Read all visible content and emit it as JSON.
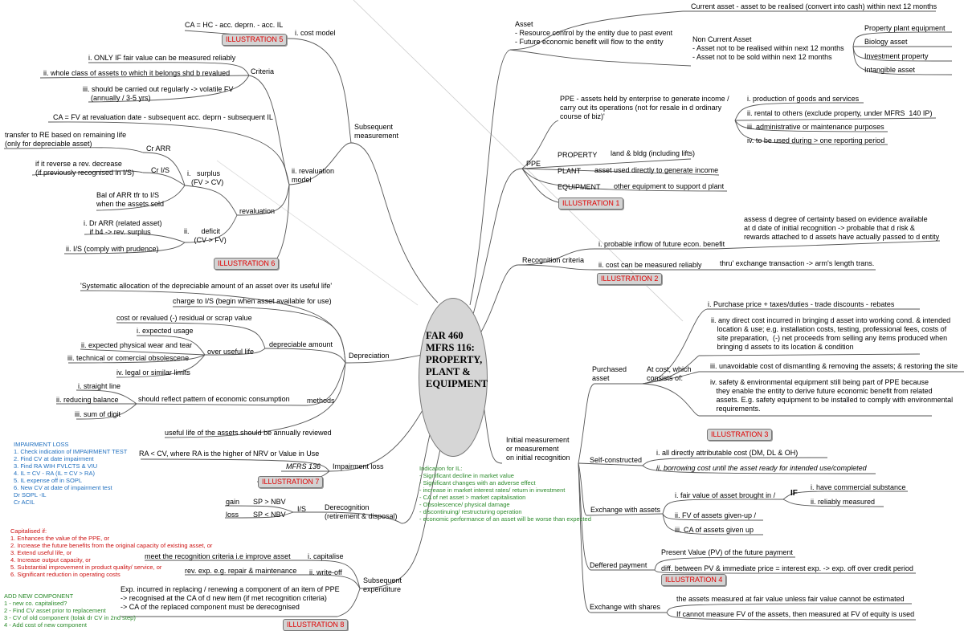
{
  "center": {
    "title": "FAR 460\nMFRS 116:\nPROPERTY,\nPLANT &\nEQUIPMENT"
  },
  "colors": {
    "line": "#555555",
    "illustration_text": "#e00000",
    "illustration_bg": "#d3d3d3",
    "impairment_notes": "#1f6fbf",
    "capitalised_notes": "#cc1111",
    "component_notes": "#2a8a2a"
  },
  "illustrations": {
    "i5": "ILLUSTRATION 5",
    "i6": "ILLUSTRATION 6",
    "i7": "ILLUSTRATION 7",
    "i8": "ILLUSTRATION 8",
    "i1": "ILLUSTRATION 1",
    "i2": "ILLUSTRATION 2",
    "i3": "ILLUSTRATION 3",
    "i4": "ILLUSTRATION 4"
  },
  "subsequent_measurement": {
    "label": "Subsequent\nmeasurement",
    "cost_model": {
      "label": "i. cost model",
      "formula": "CA = HC - acc. deprn. - acc. IL"
    },
    "revaluation_model": {
      "label": "ii. revaluation\nmodel",
      "criteria": {
        "label": "Criteria",
        "items": [
          "i. ONLY IF fair value can be measured reliably",
          "ii. whole class of assets to which it belongs shd b revalued",
          "iii. should be carried out regularly -> volatile FV\n    (annually / 3-5 yrs)"
        ]
      },
      "formula": "CA = FV at revaluation date - subsequent acc. deprn - subsequent IL",
      "revaluation": {
        "label": "revaluation",
        "surplus": {
          "label": "i.   surplus\n  (FV > CV)",
          "cr_arr": "Cr ARR",
          "transfer": "transfer to RE based on remaining life\n(only for depreciable asset)",
          "cr_is": "Cr I/S",
          "reverse": "if it reverse a rev. decrease\n(if previously recognised in I/S)",
          "bal": "Bal of ARR tfr to I/S\nwhen the assets sold"
        },
        "deficit": {
          "label": "ii.      deficit\n     (CV > FV)",
          "dr_arr": "i. Dr ARR (related asset)\n   if b4 -> rev. surplus",
          "is": "ii. I/S (comply with prudence)"
        }
      }
    }
  },
  "depreciation": {
    "label": "Depreciation",
    "definition": "'Systematic allocation of the depreciable amount of an asset over its useful life'",
    "charge": "charge to I/S (begin when asset available for use)",
    "depreciable_amount": {
      "label": "depreciable amount",
      "cost": "cost or revalued (-) residual or scrap value",
      "over_useful_life": {
        "label": "over useful life",
        "items": [
          "i. expected usage",
          "ii. expected physical wear and tear",
          "iii. technical or comercial obsolescene",
          "iv. legal or similar limits"
        ]
      }
    },
    "methods": {
      "label": "methods",
      "pattern": "should reflect pattern of economic consumption",
      "items": [
        "i. straight line",
        "ii. reducing balance",
        "iii. sum of digit"
      ]
    },
    "review": "useful life of the assets should be annually reviewed"
  },
  "impairment": {
    "label": "Impairment loss",
    "rule": "RA < CV, where RA is the higher of NRV or Value in Use",
    "standard": "MFRS 136",
    "steps_title": "IMPAIRMENT LOSS",
    "steps": [
      "1. Check indication of IMPAIRMENT TEST",
      "2. Find CV at date impairment",
      "3. Find RA WIH FVLCTS & VIU",
      "4. IL = CV - RA (IL = CV > RA)",
      "5. IL expense off in SOPL",
      "6. New CV at date of impairment test",
      "Dr SOPL -IL",
      "Cr ACIL"
    ],
    "indication_title": "Indication for IL:",
    "indications": [
      "- Significant decline in market value",
      "- Significant changes with an adverse effect",
      "- increase in market interest rates/ return in investment",
      "- CA of net asset > market capitalisation",
      "- Obsolescence/ physical damage",
      "- discontinuing/ restructuring operation",
      "- economic performance of an asset will be worse than expected"
    ]
  },
  "derecognition": {
    "label": "Derecognition\n(retirement & disposal)",
    "is": "I/S",
    "gain": "gain",
    "gain_rule": "SP > NBV",
    "loss": "loss",
    "loss_rule": "SP < NBV"
  },
  "subsequent_expenditure": {
    "label": "Subsequent\nexpenditure",
    "capitalise": {
      "label": "i. capitalise",
      "detail": "meet the recognition criteria i.e improve asset"
    },
    "write_off": {
      "label": "ii. write-off",
      "detail": "rev. exp. e.g. repair & maintenance"
    },
    "replacing": "Exp. incurred in replacing / renewing a component of an item of PPE\n-> recognised at the CA of d new item (if met recognition criteria)\n-> CA of the replaced component must be derecognised",
    "capitalised_title": "Capitalised if:",
    "capitalised_items": [
      "1. Enhances the value of the PPE, or",
      "2. Increase the future benefits from the original capacity of existing asset, or",
      "3. Extend useful life, or",
      "4. Increase output capacity, or",
      "5. Substantial improvement in product quality/ service, or",
      "6. Significant reduction in operating costs"
    ],
    "component_title": "ADD NEW COMPONENT",
    "component_items": [
      "1 - new co. capitalised?",
      "2 - Find CV asset prior to replacement",
      "3 - CV of old component (tolak dr CV in 2nd step)",
      "4 - Add cost of new component"
    ]
  },
  "asset": {
    "label": "Asset\n- Resource control by the entity due to past event\n- Future economic benefit will flow to the entity",
    "current": "Current asset - asset to be realised (convert into cash) within next 12 months",
    "non_current": "Non Current Asset\n- Asset not to be realised within next 12 months\n- Asset not to be sold within next 12 months",
    "non_current_items": [
      "Property plant equipment",
      "Biology asset",
      "Investment property",
      "Intangible asset"
    ]
  },
  "ppe": {
    "label": "PPE",
    "definition": "PPE - assets held by enterprise to generate income /\ncarry out its operations (not for resale in d ordinary\ncourse of biz)'",
    "uses": [
      "i. production of goods and services",
      "ii. rental to others (exclude property, under MFRS  140 IP)",
      "iii. administrative or maintenance purposes",
      "iv. to be used during > one reporting period"
    ],
    "property": {
      "label": "PROPERTY",
      "detail": "land & bldg (including lifts)"
    },
    "plant": {
      "label": "PLANT",
      "detail": "asset used directly to generate income"
    },
    "equipment": {
      "label": "EQUIPMENT",
      "detail": "other equipment to support d plant"
    }
  },
  "recognition": {
    "label": "Recognition criteria",
    "inflow": {
      "label": "i. probable inflow of future econ. benefit",
      "detail": "assess d degree of certainty based on evidence available\nat d date of initial recognition -> probable that d risk &\nrewards attached to d assets have actually passed to d entity"
    },
    "measured": {
      "label": "ii. cost can be measured reliably",
      "detail": "thru' exchange transaction -> arm's length trans."
    }
  },
  "initial": {
    "label": "Initial measurement\nor measurement\non initial recognition",
    "purchased": {
      "label": "Purchased\nasset",
      "at_cost": "At cost, which\nconsists of:",
      "items": [
        "i. Purchase price + taxes/duties - trade discounts - rebates",
        "ii. any direct cost incurred in bringing d asset into working cond. & intended\n   location & use; e.g. installation costs, testing, professional fees, costs of\n   site preparation,  (-) net proceeds from selling any items produced when\n   bringing d assets to its location & condition",
        "iii. unavoidable cost of dismantling & removing the assets; & restoring the site",
        "iv. safety & environmental equipment still being part of PPE because\n   they enable the entity to derive future economic benefit from related\n   assets. E.g. safety equipment to be installed to comply with environmental\n   requirements."
      ]
    },
    "self_constructed": {
      "label": "Self-constructed",
      "items": [
        "i. all directly attributable cost (DM, DL & OH)",
        "ii. borrowing cost until the asset ready for intended use/completed"
      ]
    },
    "exchange_assets": {
      "label": "Exchange with assets",
      "fv": "i. fair value of asset brought in /",
      "if": "IF",
      "conditions": [
        "i. have commercial substance",
        "ii. reliably measured"
      ],
      "given": [
        "ii. FV of assets given-up /",
        "iii. CA of assets given up"
      ]
    },
    "deferred": {
      "label": "Deffered payment",
      "pv": "Present Value (PV) of the future payment",
      "diff": "diff. between PV & immediate price = interest exp. -> exp. off over credit period"
    },
    "shares": {
      "label": "Exchange with shares",
      "items": [
        "the assets measured at fair value unless fair value cannot be estimated",
        "If cannot measure FV of the assets, then measured at FV of equity is used"
      ]
    }
  }
}
